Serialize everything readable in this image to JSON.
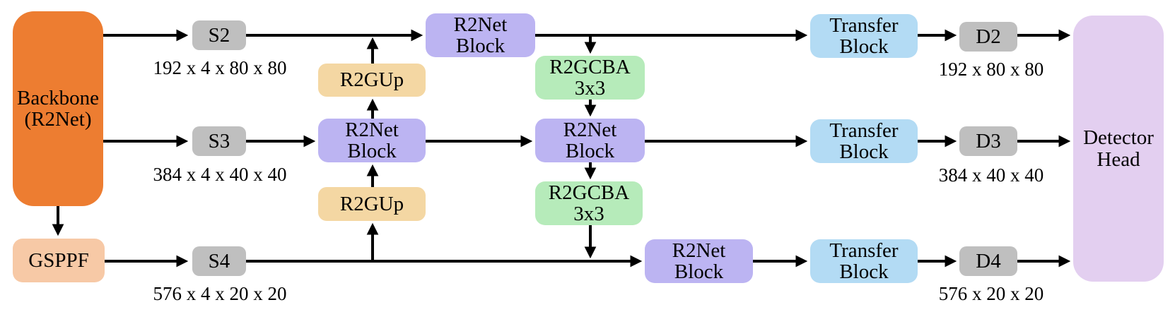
{
  "colors": {
    "backbone": "#ED7D31",
    "gsppf": "#F7C9A6",
    "stage_box": "#BFBFBF",
    "r2gup": "#F4D7A3",
    "r2net_block": "#BCB4F2",
    "r2gcba": "#B6EBBA",
    "transfer_block": "#B3DBF4",
    "detector_head": "#E3CFF0",
    "arrow": "#000000",
    "background": "#FFFFFF"
  },
  "nodes": {
    "backbone": "Backbone\n(R2Net)",
    "gsppf": "GSPPF",
    "s2": "S2",
    "s3": "S3",
    "s4": "S4",
    "r2gup_top": "R2GUp",
    "r2gup_bottom": "R2GUp",
    "r2net_top": "R2Net\nBlock",
    "r2net_mid_left": "R2Net\nBlock",
    "r2net_mid_right": "R2Net\nBlock",
    "r2net_bottom": "R2Net\nBlock",
    "r2gcba_top": "R2GCBA\n3x3",
    "r2gcba_bottom": "R2GCBA\n3x3",
    "transfer_top": "Transfer\nBlock",
    "transfer_mid": "Transfer\nBlock",
    "transfer_bottom": "Transfer\nBlock",
    "d2": "D2",
    "d3": "D3",
    "d4": "D4",
    "detector_head": "Detector\nHead"
  },
  "dim_labels": {
    "s2": "192 x 4 x 80 x 80",
    "s3": "384 x 4 x 40 x 40",
    "s4": "576 x 4 x 20 x 20",
    "d2": "192 x 80 x 80",
    "d3": "384 x 40 x 40",
    "d4": "576 x 20 x 20"
  }
}
